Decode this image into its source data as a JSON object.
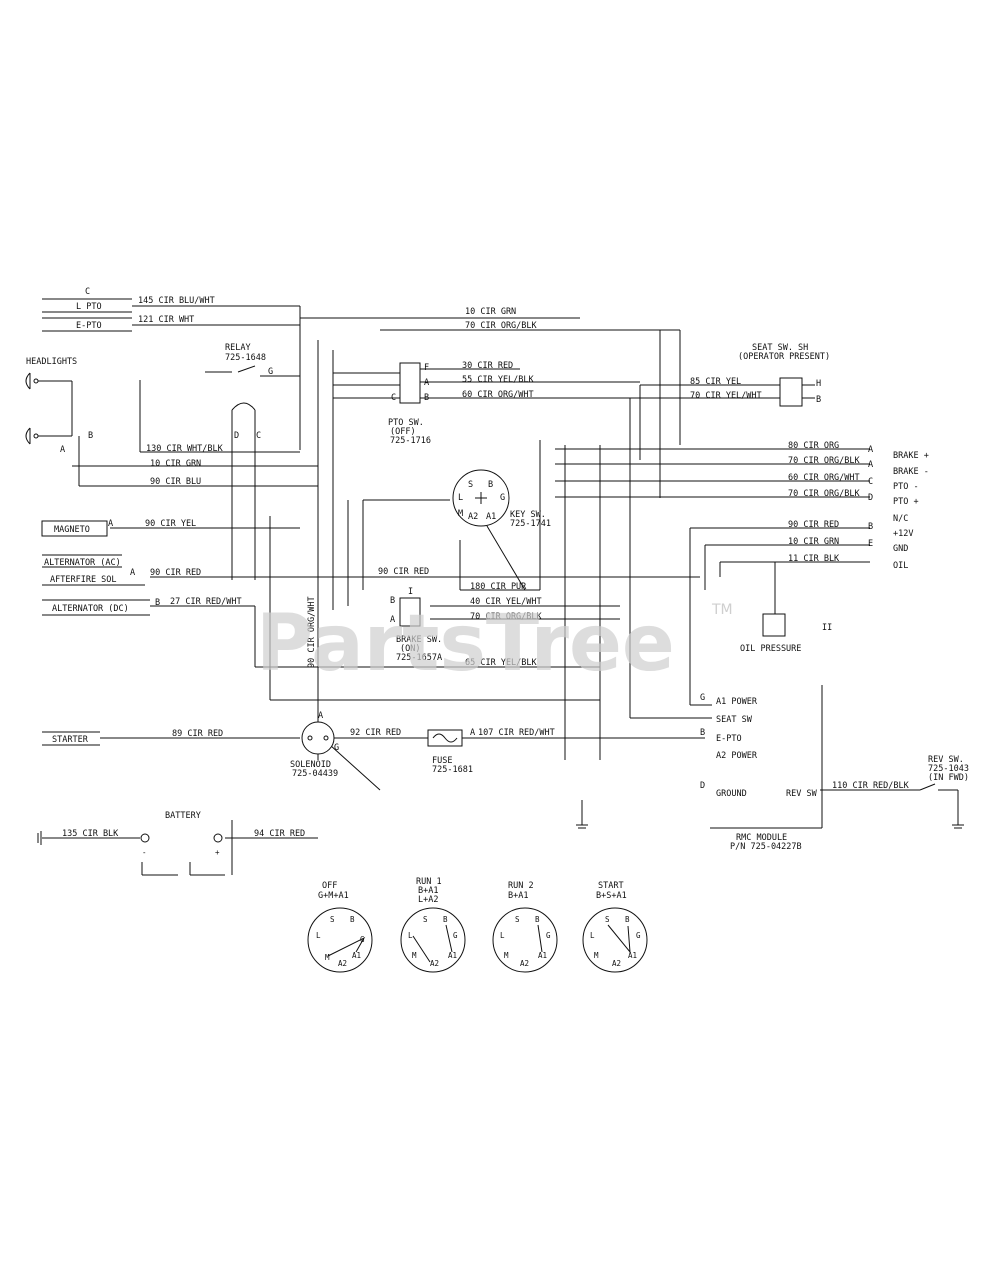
{
  "watermark": {
    "text": "PartsTree",
    "tm": "TM"
  },
  "connectors_left": {
    "c": "C",
    "l_pto": "L PTO",
    "e_pto": "E-PTO"
  },
  "wires": {
    "w145": "145 CIR BLU/WHT",
    "w121": "121 CIR WHT",
    "w10_grn_top": "10 CIR GRN",
    "w70_top": "70 CIR ORG/BLK",
    "w30_red": "30 CIR RED",
    "w55": "55 CIR YEL/BLK",
    "w60": "60 CIR ORG/WHT",
    "w85": "85 CIR YEL",
    "w70_yel": "70 CIR YEL/WHT",
    "w130": "130 CIR WHT/BLK",
    "w10_grn_mid": "10 CIR GRN",
    "w90_blu": "90 CIR BLU",
    "w90_yel": "90 CIR YEL",
    "w90_red": "90 CIR RED",
    "w27": "27 CIR RED/WHT",
    "w90_red2": "90 CIR RED",
    "w180": "180 CIR PUR",
    "w40": "40 CIR YEL/WHT",
    "w70_blk": "70 CIR ORG/BLK",
    "w65": "65 CIR YEL/BLK",
    "w90_vert": "90 CIR ORG/WHT",
    "w80_org": "80 CIR ORG",
    "w70_org_blk": "70 CIR ORG/BLK",
    "w60_org_wht": "60 CIR ORG/WHT",
    "w70_org_blk2": "70 CIR ORG/BLK",
    "w90_red3": "90 CIR RED",
    "w10_grn_r": "10 CIR GRN",
    "w11_blk": "11 CIR BLK",
    "w89": "89 CIR RED",
    "w92": "92 CIR RED",
    "w107": "107 CIR RED/WHT",
    "w135": "135 CIR BLK",
    "w94": "94 CIR RED",
    "w110": "110 CIR RED/BLK"
  },
  "components": {
    "headlights": "HEADLIGHTS",
    "b": "B",
    "a": "A",
    "relay": "RELAY",
    "relay_pn": "725-1648",
    "relay_g": "G",
    "d": "D",
    "c": "C",
    "pto_sw": "PTO SW.",
    "pto_off": "(OFF)",
    "pto_pn": "725-1716",
    "pto_f": "F",
    "pto_a": "A",
    "pto_b": "B",
    "pto_c": "C",
    "seat_sw": "SEAT SW. SH",
    "seat_sw2": "(OPERATOR PRESENT)",
    "seat_h": "H",
    "seat_b": "B",
    "magneto": "MAGNETO",
    "mag_a": "A",
    "alt_ac": "ALTERNATOR (AC)",
    "afterfire": "AFTERFIRE SOL",
    "alt_a": "A",
    "alt_dc": "ALTERNATOR (DC)",
    "alt_dc_b": "B",
    "key_sw": "KEY SW.",
    "key_pn": "725-1741",
    "key_s": "S",
    "key_b": "B",
    "key_l": "L",
    "key_g": "G",
    "key_m": "M",
    "key_a2": "A2",
    "key_a1": "A1",
    "brake_sw": "BRAKE SW.",
    "brake_on": "(ON)",
    "brake_pn": "725-1657A",
    "brake_b": "B",
    "brake_a": "A",
    "brake_i": "I",
    "starter": "STARTER",
    "solenoid": "SOLENOID",
    "solenoid_pn": "725-04439",
    "sol_a": "A",
    "sol_g": "G",
    "fuse": "FUSE",
    "fuse_pn": "725-1681",
    "fuse_a": "A",
    "battery": "BATTERY",
    "bat_pos": "+",
    "bat_neg": "-",
    "oil_pressure": "OIL PRESSURE",
    "oil_ii": "II",
    "rmc_module": "RMC MODULE",
    "rmc_pn": "P/N 725-04227B",
    "rev_sw": "REV SW.",
    "rev_pn": "725-1043",
    "rev_fwd": "(IN FWD)"
  },
  "rmc_labels": {
    "brake_plus": "BRAKE +",
    "brake_minus": "BRAKE -",
    "pto_minus": "PTO -",
    "pto_plus": "PTO +",
    "nc": "N/C",
    "v12": "+12V",
    "gnd": "GND",
    "oil": "OIL",
    "a": "A",
    "a2": "A",
    "c": "C",
    "d": "D",
    "b": "B",
    "e": "E",
    "a1_power": "A1 POWER",
    "seat_sw": "SEAT SW",
    "e_pto": "E-PTO",
    "a2_power": "A2 POWER",
    "ground": "GROUND",
    "rev_sw": "REV SW",
    "g": "G",
    "b2": "B",
    "d2": "D"
  },
  "switch_states": [
    {
      "title": "OFF",
      "sub1": "G+M+A1",
      "sub2": ""
    },
    {
      "title": "RUN 1",
      "sub1": "B+A1",
      "sub2": "L+A2"
    },
    {
      "title": "RUN 2",
      "sub1": "B+A1",
      "sub2": ""
    },
    {
      "title": "START",
      "sub1": "B+S+A1",
      "sub2": ""
    }
  ],
  "switch_terms": {
    "s": "S",
    "b": "B",
    "l": "L",
    "g": "G",
    "m": "M",
    "a1": "A1",
    "a2": "A2"
  }
}
